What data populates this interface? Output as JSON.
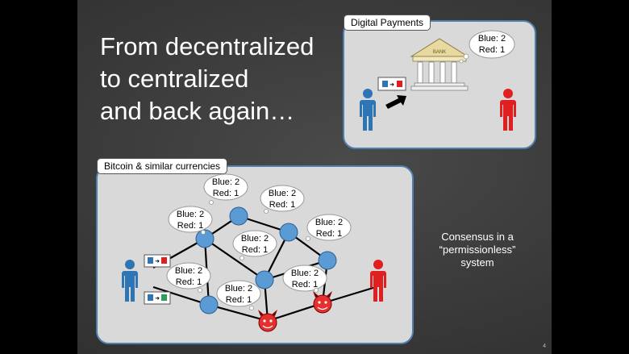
{
  "title": {
    "line1": "From decentralized",
    "line2": "to centralized",
    "line3": "and back again…"
  },
  "digital_payments": {
    "label": "Digital Payments",
    "bank_sign": "BANK",
    "ledger_blue": "Blue: 2",
    "ledger_red": "Red: 1"
  },
  "bitcoin": {
    "label": "Bitcoin & similar currencies",
    "ledger_blue": "Blue: 2",
    "ledger_red": "Red: 1"
  },
  "consensus": {
    "line1": "Consensus in a",
    "line2": "“permissionless”",
    "line3": "system"
  },
  "page_number": "4",
  "colors": {
    "blue_person": "#2e75b6",
    "red_person": "#e02020",
    "node": "#5b9bd5",
    "panel_border": "#4f7fb0"
  }
}
